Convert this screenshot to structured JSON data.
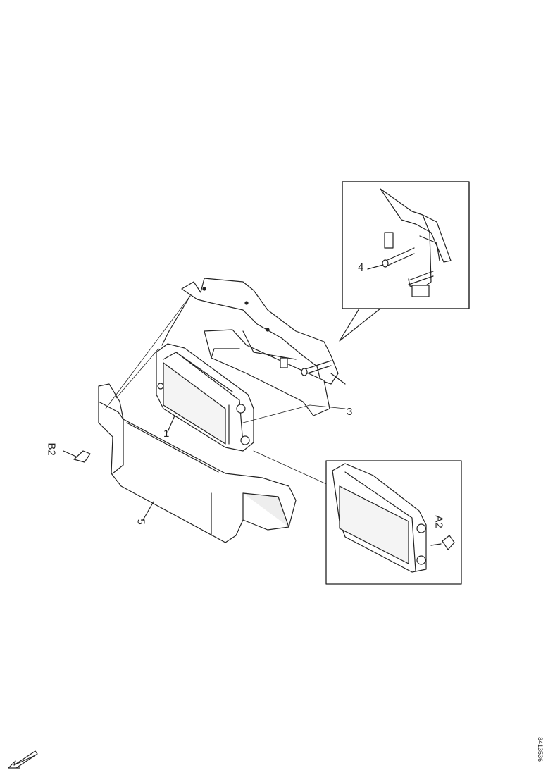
{
  "callouts": {
    "c1": "1",
    "c3": "3",
    "c4": "4",
    "c5": "5",
    "cA2": "A2",
    "cB2": "B2"
  },
  "figure_id": "3413536",
  "icons": {
    "direction_arrow": "front-direction-arrow-icon"
  },
  "colors": {
    "ink": "#222222",
    "fill": "#ffffff",
    "shade": "#e6e6e6"
  }
}
